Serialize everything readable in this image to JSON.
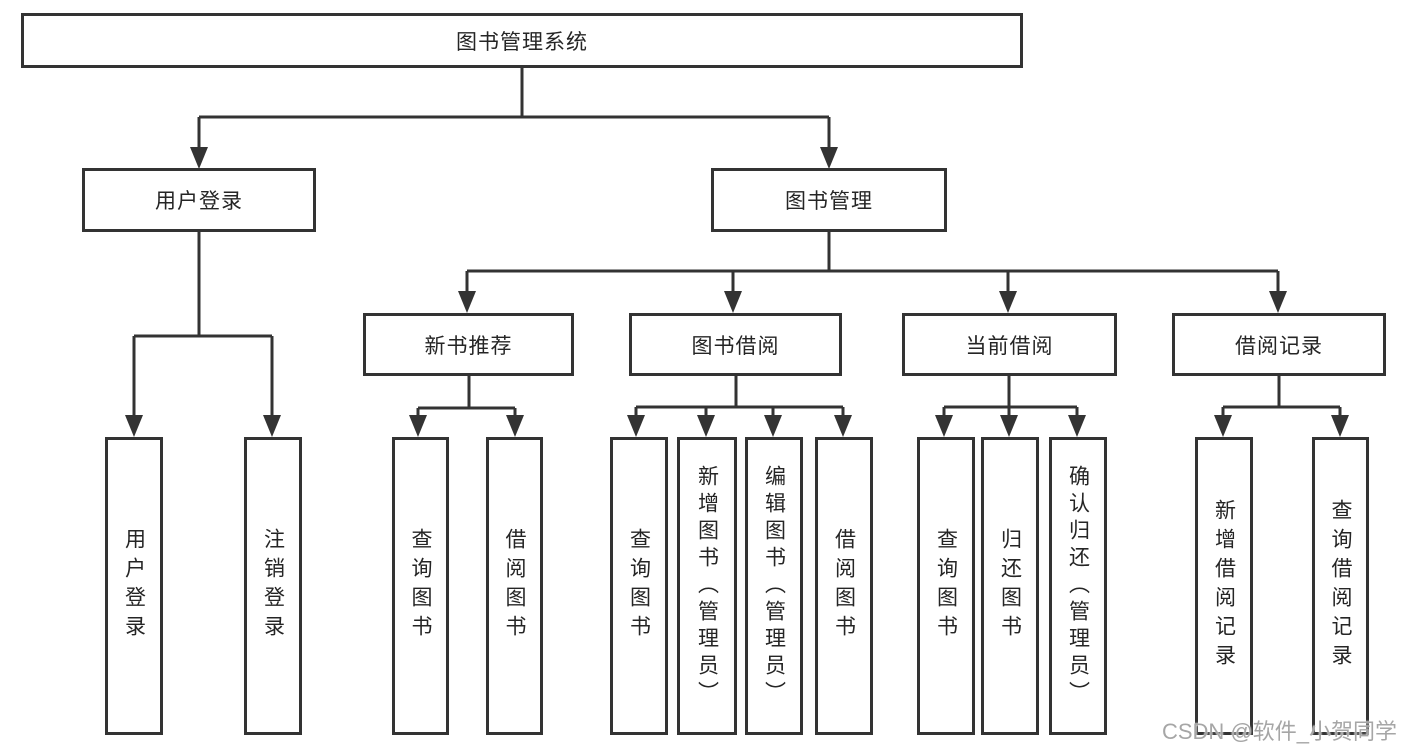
{
  "diagram": {
    "root": "图书管理系统",
    "level2": {
      "user_login": "用户登录",
      "book_mgmt": "图书管理"
    },
    "level3": {
      "new_book_rec": "新书推荐",
      "book_borrow": "图书借阅",
      "current_borrow": "当前借阅",
      "borrow_history": "借阅记录"
    },
    "leaves": {
      "user_login": "用户登录",
      "logout": "注销登录",
      "query_book_1": "查询图书",
      "borrow_book_1": "借阅图书",
      "query_book_2": "查询图书",
      "add_book": "新增图书（管理员）",
      "edit_book": "编辑图书（管理员）",
      "borrow_book_2": "借阅图书",
      "query_book_3": "查询图书",
      "return_book": "归还图书",
      "confirm_return": "确认归还（管理员）",
      "add_borrow_record": "新增借阅记录",
      "query_borrow_record": "查询借阅记录"
    }
  },
  "watermark": "CSDN @软件_小贺同学",
  "colors": {
    "line": "#333333",
    "text": "#252525",
    "watermark": "#969696"
  }
}
